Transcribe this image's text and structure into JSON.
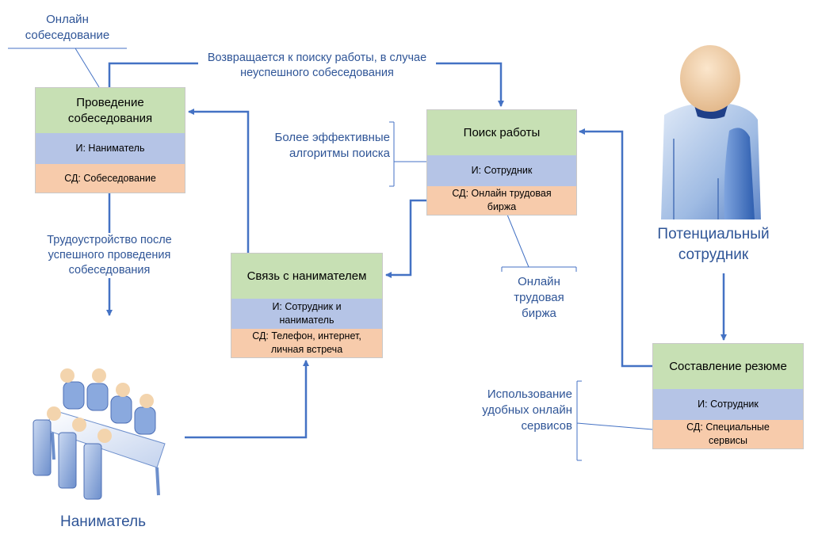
{
  "colors": {
    "header": "#c7e0b4",
    "actor": "#b5c4e6",
    "data_store": "#f7cbab",
    "arrow": "#4472c4",
    "text_blue": "#2f5597"
  },
  "notes": {
    "online_interview": "Онлайн собеседование",
    "better_algorithms": "Более эффективные алгоритмы поиска",
    "online_exchange": "Онлайн трудовая биржа",
    "convenient_services": "Использование удобных онлайн сервисов"
  },
  "labels": {
    "return_to_search": "Возвращается к поиску работы, в случае неуспешного собеседования",
    "employment": "Трудоустройство после успешного проведения собеседования"
  },
  "actors": {
    "employee": "Потенциальный сотрудник",
    "employer": "Наниматель"
  },
  "boxes": {
    "interview": {
      "title": "Проведение собеседования",
      "actor": "И: Наниматель",
      "data_store": "СД: Собеседование"
    },
    "job_search": {
      "title": "Поиск работы",
      "actor": "И: Сотрудник",
      "data_store": "СД: Онлайн трудовая биржа"
    },
    "contact": {
      "title": "Связь с нанимателем",
      "actor": "И: Сотрудник и наниматель",
      "data_store": "СД: Телефон, интернет, личная встреча"
    },
    "resume": {
      "title": "Составление резюме",
      "actor": "И: Сотрудник",
      "data_store": "СД: Специальные сервисы"
    }
  }
}
